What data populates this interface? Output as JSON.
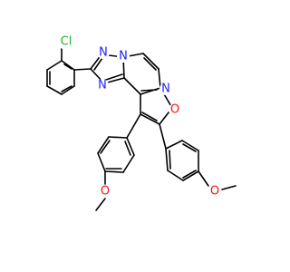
{
  "molecule": {
    "atom_labels": {
      "chlorine": "Cl",
      "triazole_n1": "N",
      "triazole_n2": "N",
      "triazole_n3": "N",
      "pyrimidine_n": "N",
      "furan_o": "O",
      "methoxy_o_left": "O",
      "methoxy_o_right": "O"
    },
    "colors": {
      "bond": "#000000",
      "nitrogen": "#2020ff",
      "oxygen": "#ff0d0d",
      "chlorine": "#1fb41f"
    }
  }
}
